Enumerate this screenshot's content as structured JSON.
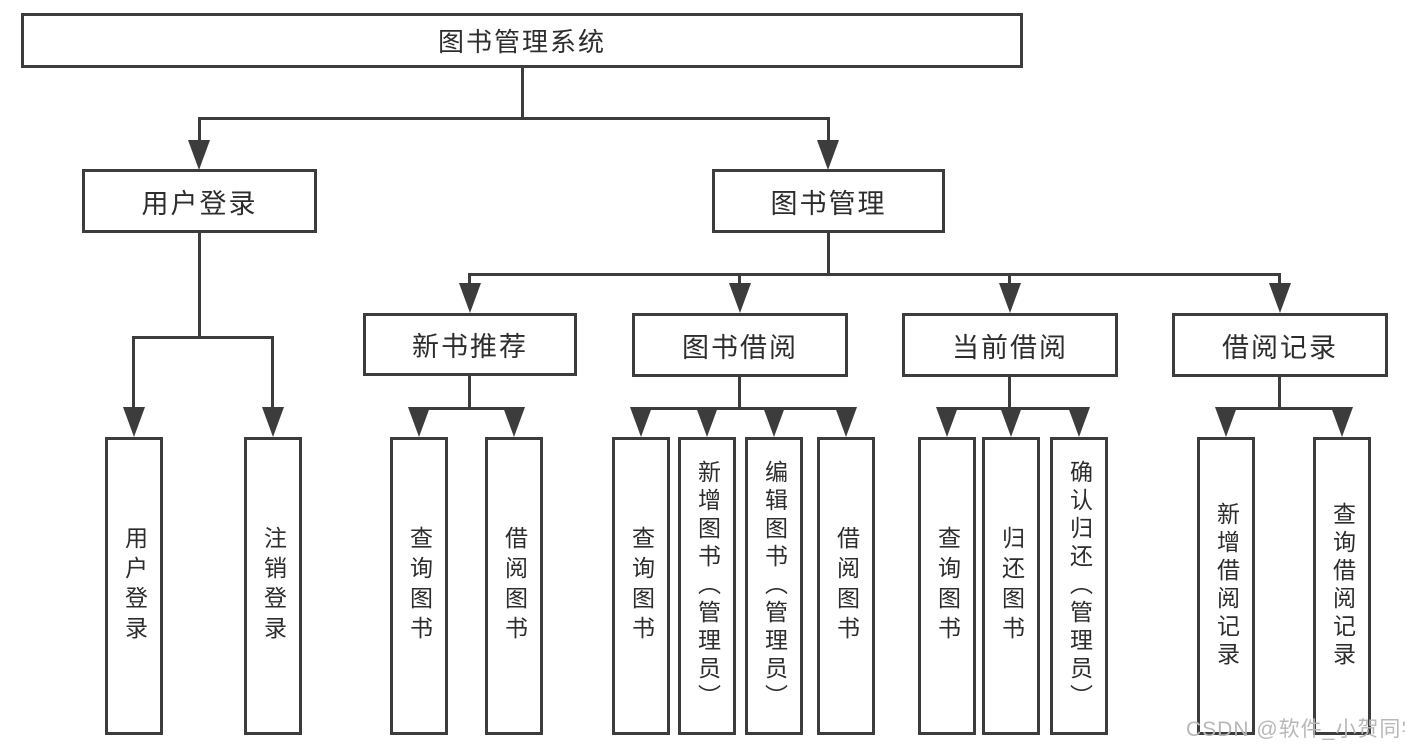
{
  "diagram": {
    "root": {
      "label": "图书管理系统"
    },
    "user_branch": {
      "label": "用户登录",
      "leaves": [
        {
          "label": "用户登录"
        },
        {
          "label": "注销登录"
        }
      ]
    },
    "mgmt_branch": {
      "label": "图书管理",
      "groups": [
        {
          "label": "新书推荐",
          "leaves": [
            {
              "label": "查询图书"
            },
            {
              "label": "借阅图书"
            }
          ]
        },
        {
          "label": "图书借阅",
          "leaves": [
            {
              "label": "查询图书"
            },
            {
              "label": "新增图书（管理员）"
            },
            {
              "label": "编辑图书（管理员）"
            },
            {
              "label": "借阅图书"
            }
          ]
        },
        {
          "label": "当前借阅",
          "leaves": [
            {
              "label": "查询图书"
            },
            {
              "label": "归还图书"
            },
            {
              "label": "确认归还（管理员）"
            }
          ]
        },
        {
          "label": "借阅记录",
          "leaves": [
            {
              "label": "新增借阅记录"
            },
            {
              "label": "查询借阅记录"
            }
          ]
        }
      ]
    }
  },
  "watermark": {
    "text": "CSDN @软件_小贺同学"
  },
  "colors": {
    "line": "#3c3c3c",
    "text": "#2d2d2d",
    "watermark": "#b8b8b8",
    "background": "#ffffff"
  }
}
